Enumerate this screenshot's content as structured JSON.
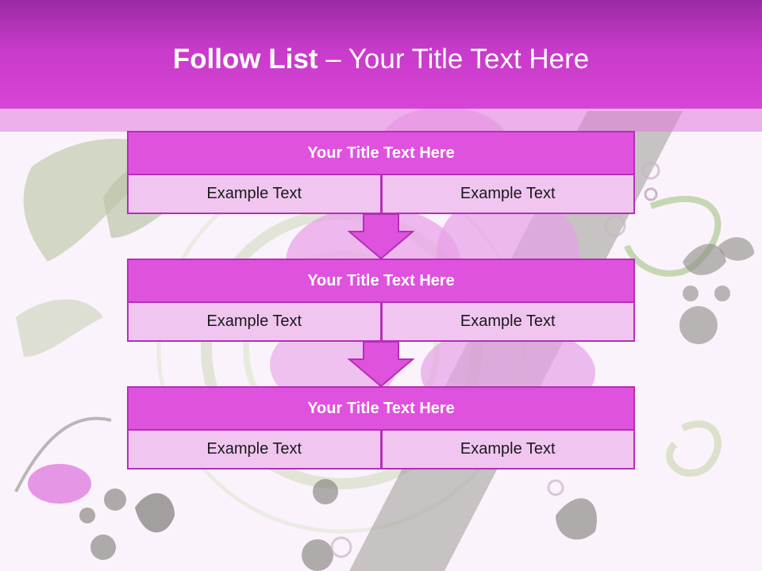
{
  "slide": {
    "title_bold": "Follow List",
    "title_dash": " – ",
    "title_rest": "Your Title Text Here"
  },
  "blocks": [
    {
      "title": "Your Title Text Here",
      "left": "Example Text",
      "right": "Example Text"
    },
    {
      "title": "Your Title Text Here",
      "left": "Example Text",
      "right": "Example Text"
    },
    {
      "title": "Your Title Text Here",
      "left": "Example Text",
      "right": "Example Text"
    }
  ],
  "colors": {
    "header": "#c83ac9",
    "block_title": "#df52de",
    "cell": "#f0c6f0",
    "border": "#b42fb6"
  }
}
